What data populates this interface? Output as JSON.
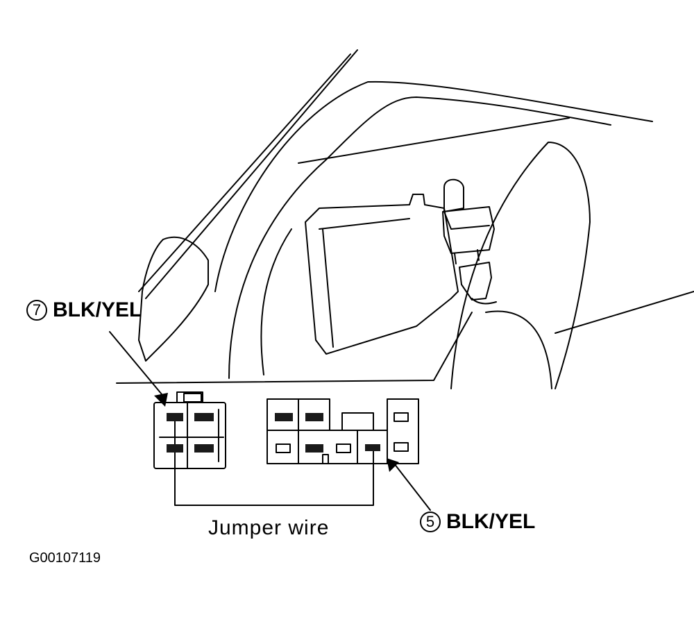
{
  "colors": {
    "ink": "#000000",
    "paper": "#ffffff",
    "pin": "#1a1a1a"
  },
  "labels": {
    "pin7_number": "7",
    "pin7_wire": "BLK/YEL",
    "pin5_number": "5",
    "pin5_wire": "BLK/YEL",
    "jumper": "Jumper wire",
    "figure_id": "G00107119"
  }
}
